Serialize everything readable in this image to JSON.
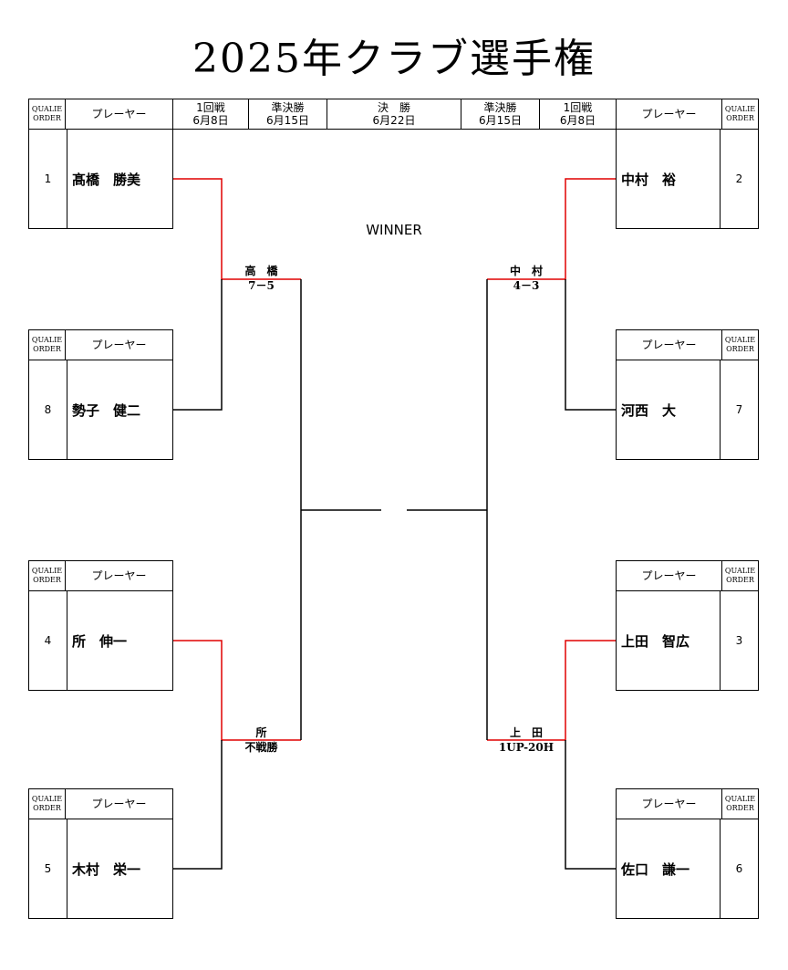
{
  "title": "2025年クラブ選手権",
  "qualie_label": [
    "QUALIE",
    "ORDER"
  ],
  "player_label": "プレーヤー",
  "rounds": [
    {
      "name": "1回戦",
      "date": "6月8日"
    },
    {
      "name": "準決勝",
      "date": "6月15日"
    },
    {
      "name": "決　勝",
      "date": "6月22日"
    },
    {
      "name": "準決勝",
      "date": "6月15日"
    },
    {
      "name": "1回戦",
      "date": "6月8日"
    }
  ],
  "winner_label": "WINNER",
  "players_left": [
    {
      "order": "1",
      "name": "髙橋　勝美"
    },
    {
      "order": "8",
      "name": "勢子　健二"
    },
    {
      "order": "4",
      "name": "所　伸一"
    },
    {
      "order": "5",
      "name": "木村　栄一"
    }
  ],
  "players_right": [
    {
      "order": "2",
      "name": "中村　裕"
    },
    {
      "order": "7",
      "name": "河西　大"
    },
    {
      "order": "3",
      "name": "上田　智広"
    },
    {
      "order": "6",
      "name": "佐口　謙一"
    }
  ],
  "results_left": [
    {
      "winner": "高　橋",
      "score": "7－5"
    },
    {
      "winner": "所",
      "score": "不戦勝"
    }
  ],
  "results_right": [
    {
      "winner": "中　村",
      "score": "4－3"
    },
    {
      "winner": "上　田",
      "score": "1UP-20H"
    }
  ],
  "colors": {
    "advance_line": "#e00000",
    "line": "#000000"
  }
}
